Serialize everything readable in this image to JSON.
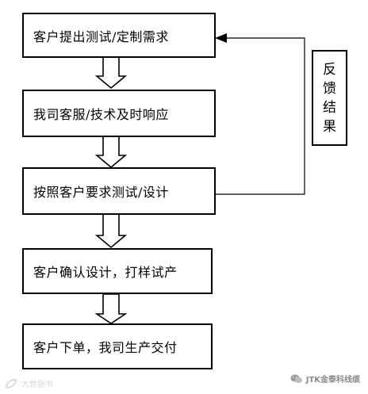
{
  "steps": [
    "客户提出测试/定制需求",
    "我司客服/技术及时响应",
    "按照客户要求测试/设计",
    "客户确认设计，打样试产",
    "客户下单，我司生产交付"
  ],
  "feedback": [
    "反",
    "馈",
    "结",
    "果"
  ],
  "watermark": {
    "right": "JTK金泰科线缆",
    "left": "大数据书"
  },
  "icons": {
    "wechat": "wechat-icon",
    "logo_left": "leaf-logo-icon"
  },
  "colors": {
    "line": "#000000",
    "background": "#ffffff"
  }
}
